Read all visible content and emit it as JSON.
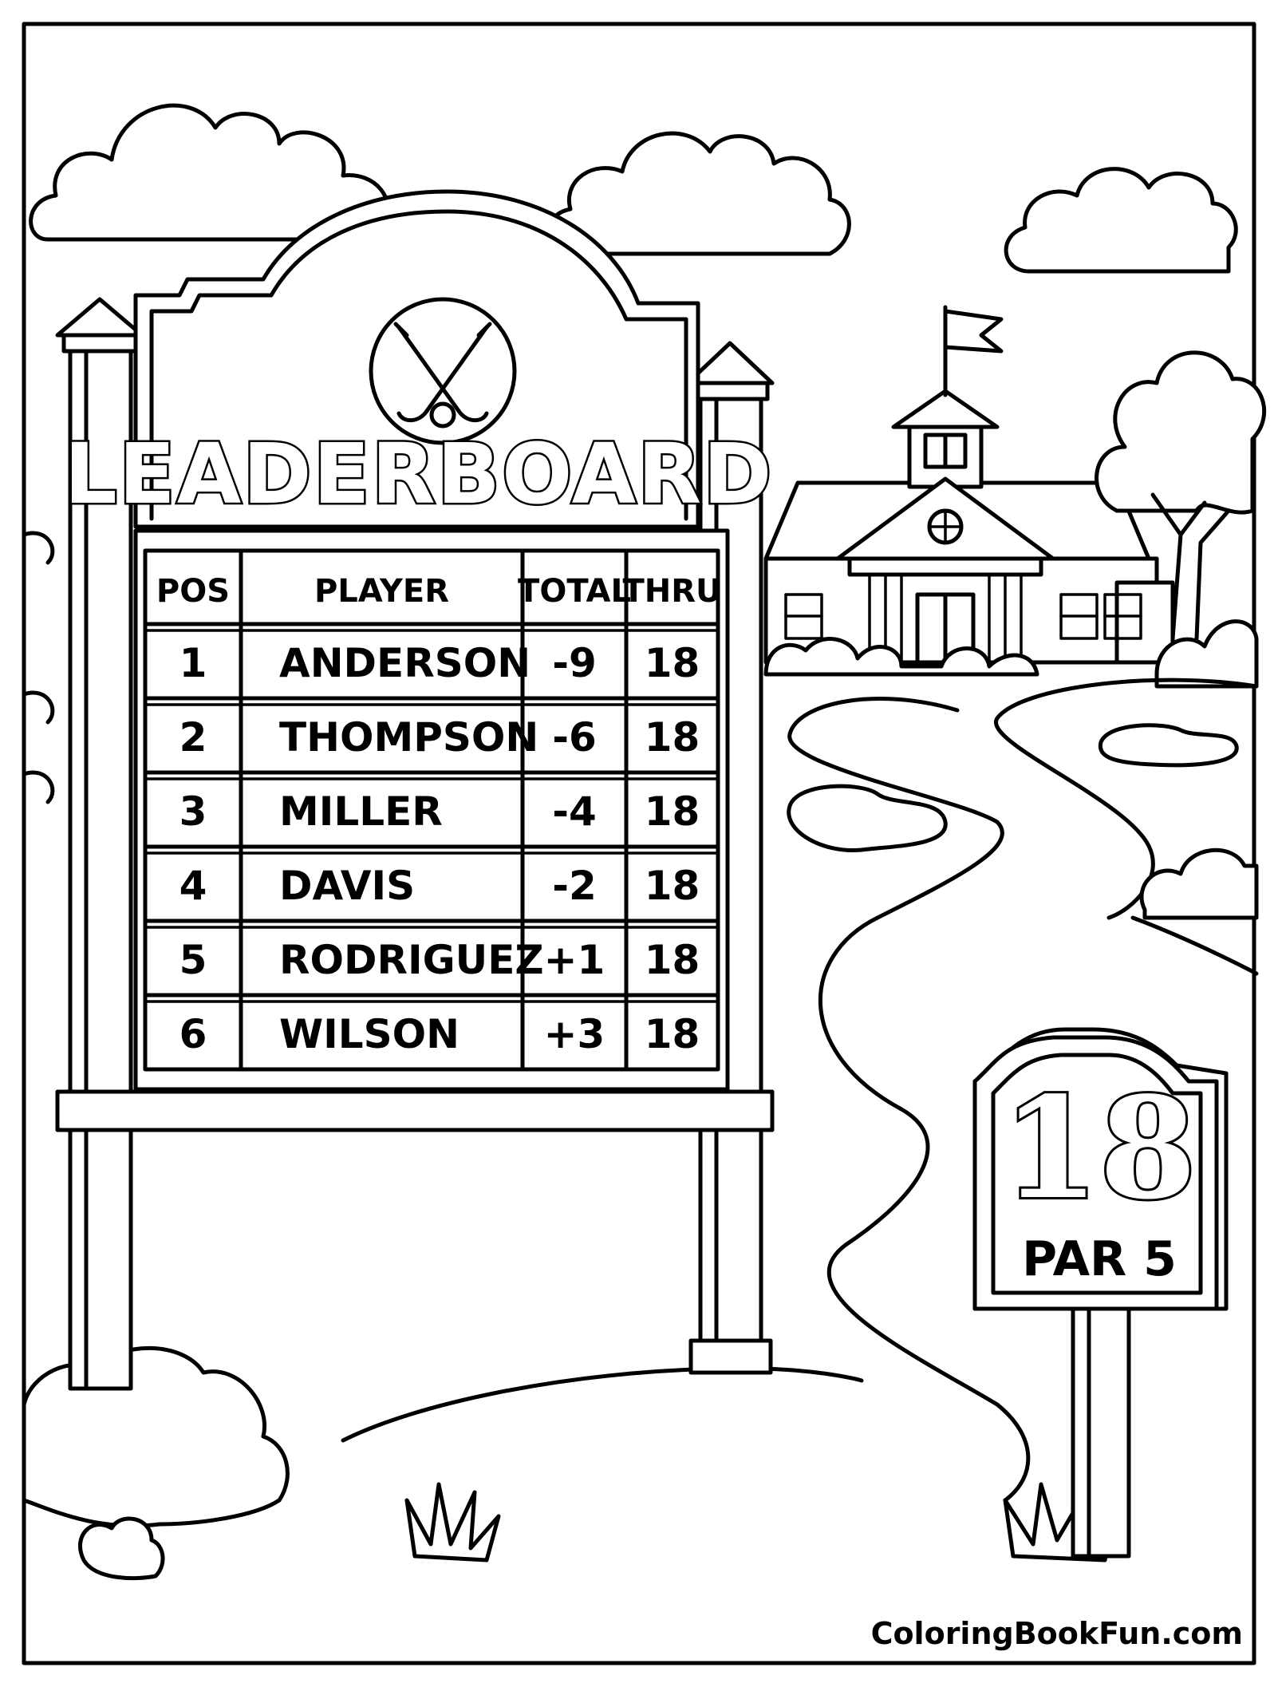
{
  "leaderboard": {
    "title": "LEADERBOARD",
    "columns": [
      "POS",
      "PLAYER",
      "TOTAL",
      "THRU"
    ],
    "rows": [
      {
        "pos": "1",
        "player": "ANDERSON",
        "total": "-9",
        "thru": "18"
      },
      {
        "pos": "2",
        "player": "THOMPSON",
        "total": "-6",
        "thru": "18"
      },
      {
        "pos": "3",
        "player": "MILLER",
        "total": "-4",
        "thru": "18"
      },
      {
        "pos": "4",
        "player": "DAVIS",
        "total": "-2",
        "thru": "18"
      },
      {
        "pos": "5",
        "player": "RODRIGUEZ",
        "total": "+1",
        "thru": "18"
      },
      {
        "pos": "6",
        "player": "WILSON",
        "total": "+3",
        "thru": "18"
      }
    ]
  },
  "hole_sign": {
    "number": "18",
    "par": "PAR 5"
  },
  "footer": {
    "credit": "ColoringBookFun.com"
  },
  "icons": [
    "crossed-golf-clubs-icon",
    "golf-ball-icon",
    "flag-icon"
  ]
}
